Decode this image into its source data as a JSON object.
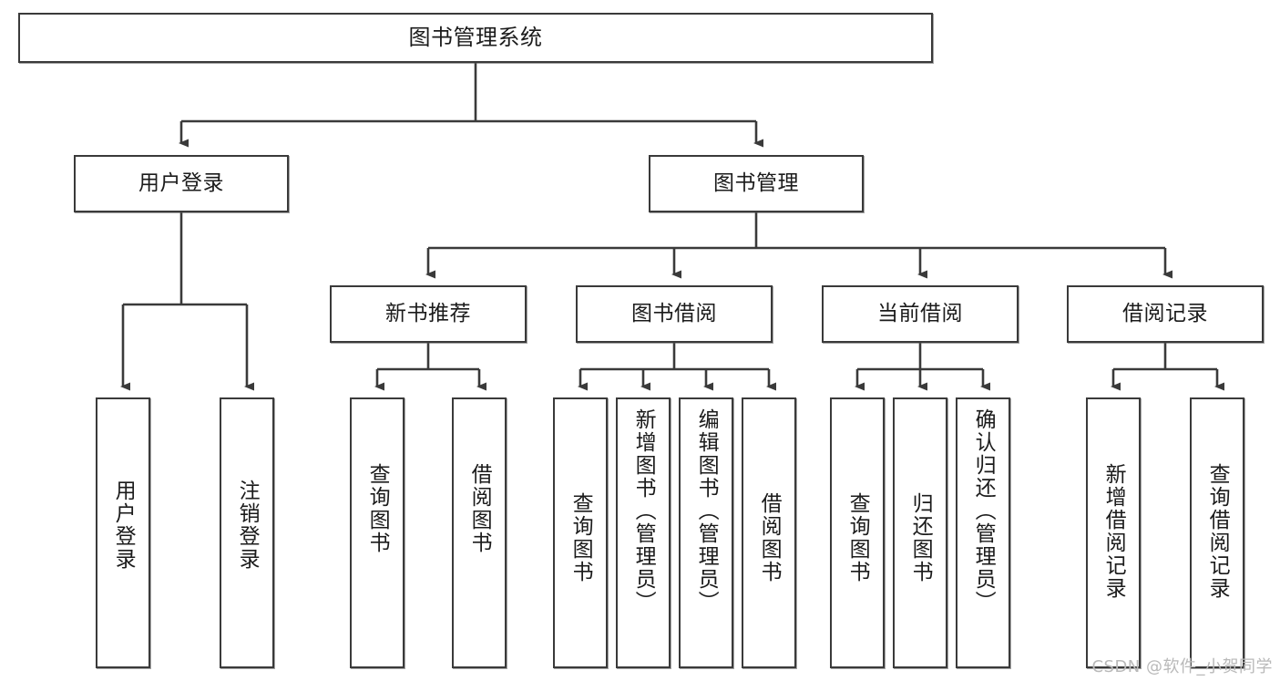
{
  "diagram": {
    "title": "图书管理系统",
    "type": "tree-hierarchy-chart",
    "watermark": "CSDN @软件_小贺同学",
    "colors": {
      "box_border": "#3a3a3a",
      "box_fill": "#ffffff",
      "connector": "#3a3a3a",
      "text": "#1b1b1b",
      "watermark": "#b9b9b9"
    }
  },
  "nodes": {
    "root": {
      "label": "图书管理系统"
    },
    "level2": [
      {
        "id": "user-login",
        "label": "用户登录"
      },
      {
        "id": "book-manage",
        "label": "图书管理"
      }
    ],
    "level3": [
      {
        "id": "new-book-rec",
        "label": "新书推荐"
      },
      {
        "id": "book-borrow",
        "label": "图书借阅"
      },
      {
        "id": "current-borrow",
        "label": "当前借阅"
      },
      {
        "id": "borrow-record",
        "label": "借阅记录"
      }
    ],
    "leaves": {
      "user-login": [
        {
          "id": "leaf-user-login",
          "label": "用户登录"
        },
        {
          "id": "leaf-logout",
          "label": "注销登录"
        }
      ],
      "new-book-rec": [
        {
          "id": "leaf-query-book-1",
          "label": "查询图书"
        },
        {
          "id": "leaf-borrow-book-1",
          "label": "借阅图书"
        }
      ],
      "book-borrow": [
        {
          "id": "leaf-query-book-2",
          "label": "查询图书"
        },
        {
          "id": "leaf-add-book",
          "label": "新增图书（管理员）"
        },
        {
          "id": "leaf-edit-book",
          "label": "编辑图书（管理员）"
        },
        {
          "id": "leaf-borrow-book-2",
          "label": "借阅图书"
        }
      ],
      "current-borrow": [
        {
          "id": "leaf-query-book-3",
          "label": "查询图书"
        },
        {
          "id": "leaf-return-book",
          "label": "归还图书"
        },
        {
          "id": "leaf-confirm-return",
          "label": "确认归还（管理员）"
        }
      ],
      "borrow-record": [
        {
          "id": "leaf-add-record",
          "label": "新增借阅记录"
        },
        {
          "id": "leaf-query-record",
          "label": "查询借阅记录"
        }
      ]
    }
  }
}
